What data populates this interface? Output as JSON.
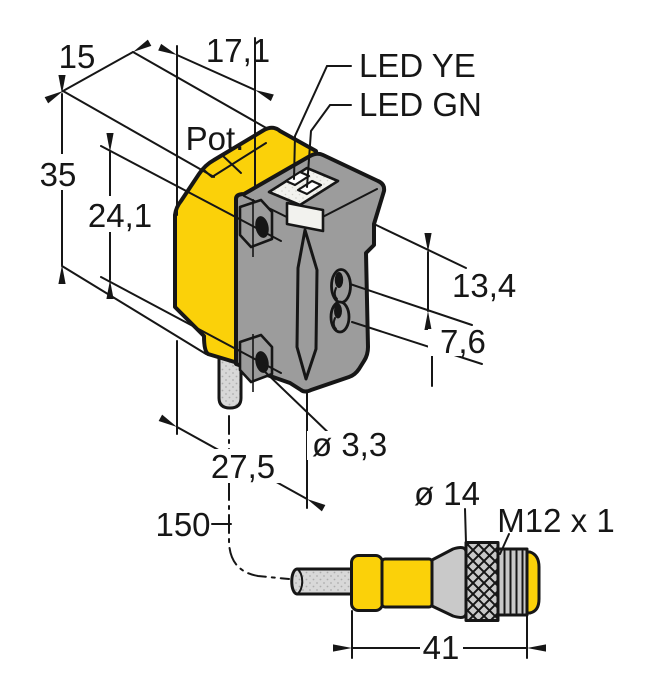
{
  "drawing": {
    "title": "Photoelectric sensor dimensional drawing with quick-disconnect connector",
    "units": "mm",
    "dimensions": {
      "depth_back": "15",
      "width_top": "17,1",
      "height": "35",
      "hole_spacing": "24,1",
      "lens_top_offset": "13,4",
      "lens_bottom_offset": "7,6",
      "depth_total": "27,5",
      "mount_hole_dia": "ø 3,3",
      "cable_length": "150",
      "connector_dia": "ø 14",
      "connector_length": "41"
    },
    "callouts": {
      "pot": "Pot.",
      "led_yellow": "LED YE",
      "led_green": "LED GN",
      "thread": "M12 x 1"
    },
    "colors": {
      "housing_yellow": "#fbd109",
      "body_gray": "#9c9c9c",
      "light_gray": "#c9c9c9",
      "cable_gray": "#d8d8d8",
      "outline": "#161616",
      "background": "#ffffff"
    }
  }
}
